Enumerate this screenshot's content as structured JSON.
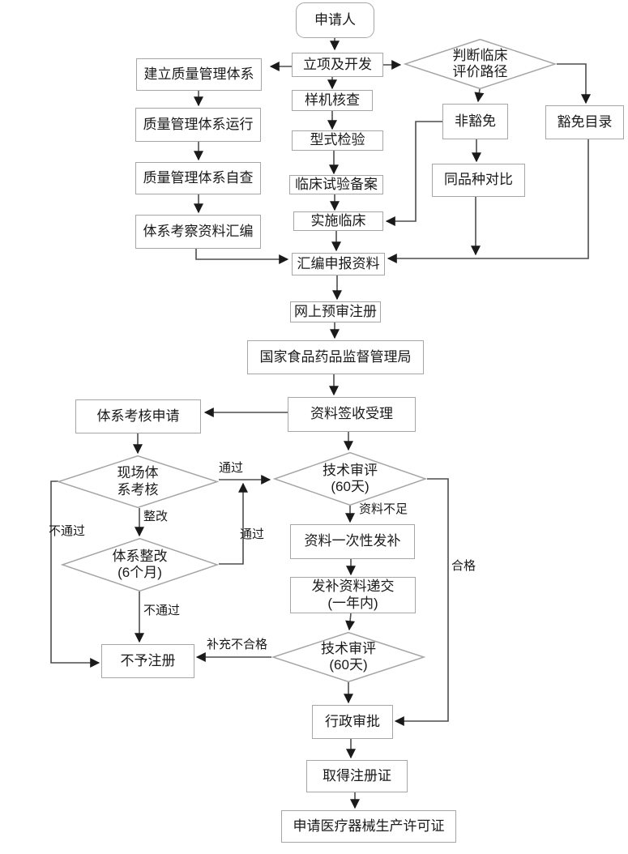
{
  "nodes": {
    "applicant": {
      "label": "申请人"
    },
    "project_dev": {
      "label": "立项及开发"
    },
    "build_qms": {
      "label": "建立质量管理体系"
    },
    "qms_run": {
      "label": "质量管理体系运行"
    },
    "qms_selfcheck": {
      "label": "质量管理体系自查"
    },
    "system_dossier": {
      "label": "体系考察资料汇编"
    },
    "prototype_check": {
      "label": "样机核查"
    },
    "type_test": {
      "label": "型式检验"
    },
    "clinical_filing": {
      "label": "临床试验备案"
    },
    "clinical_implement": {
      "label": "实施临床"
    },
    "compile_dossier": {
      "label": "汇编申报资料"
    },
    "online_preregister": {
      "label": "网上预审注册"
    },
    "cfda": {
      "label": "国家食品药品监督管理局"
    },
    "acceptance": {
      "label": "资料签收受理"
    },
    "clinical_path": {
      "label": "判断临床\n评价路径"
    },
    "non_exempt": {
      "label": "非豁免"
    },
    "exempt_catalog": {
      "label": "豁免目录"
    },
    "same_variety": {
      "label": "同品种对比"
    },
    "system_audit_apply": {
      "label": "体系考核申请"
    },
    "onsite_audit": {
      "label": "现场体\n系考核"
    },
    "system_rectify": {
      "label": "体系整改\n(6个月)"
    },
    "tech_review_1": {
      "label": "技术审评\n(60天)"
    },
    "supplement_once": {
      "label": "资料一次性发补"
    },
    "supplement_submit": {
      "label": "发补资料递交\n(一年内)"
    },
    "tech_review_2": {
      "label": "技术审评\n(60天)"
    },
    "no_register": {
      "label": "不予注册"
    },
    "admin_approval": {
      "label": "行政审批"
    },
    "obtain_cert": {
      "label": "取得注册证"
    },
    "production_license": {
      "label": "申请医疗器械生产许可证"
    }
  },
  "edge_labels": {
    "pass_top": "通过",
    "rectify": "整改",
    "fail_left": "不通过",
    "pass_up": "通过",
    "fail_down": "不通过",
    "insufficient": "资料不足",
    "qualified": "合格",
    "supplement_unqualified": "补充不合格"
  },
  "colors": {
    "background": "#ffffff",
    "box_border": "#a6a6a6",
    "connector": "#4d4d4d",
    "arrowhead": "#1a1a1a",
    "text": "#1a1a1a"
  }
}
